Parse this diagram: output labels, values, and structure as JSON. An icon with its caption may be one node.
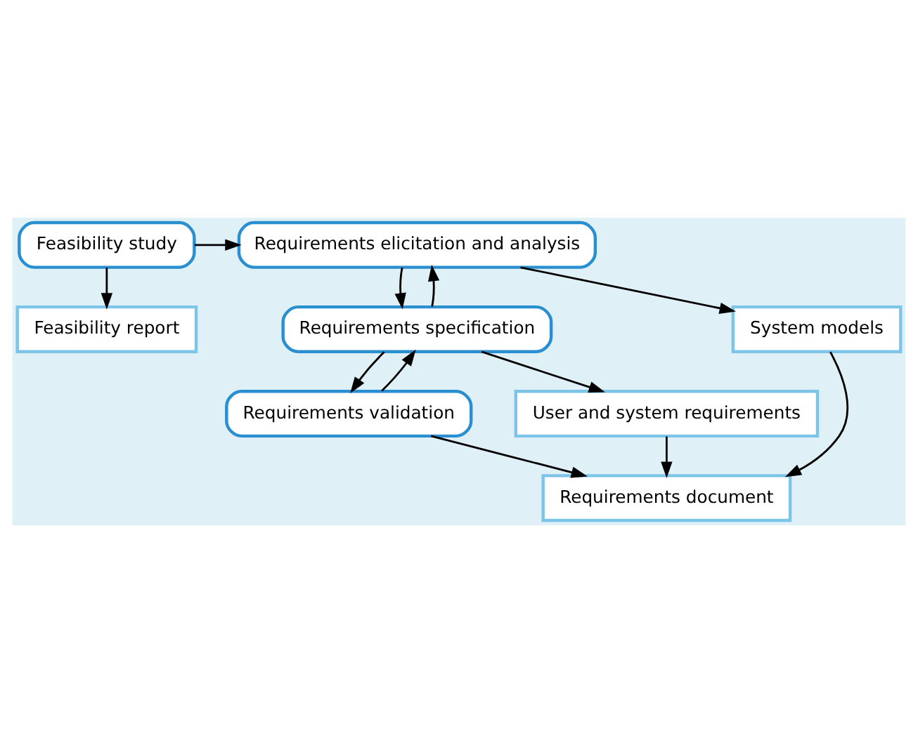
{
  "diagram": {
    "nodes": [
      {
        "text": [
          "Feasibility study"
        ]
      },
      {
        "text": [
          "Requirements elicitation and analysis"
        ]
      },
      {
        "text": [
          "Requirements specification"
        ]
      },
      {
        "text": [
          "Requirements validation"
        ]
      },
      {
        "text": [
          "Feasibility report"
        ]
      },
      {
        "text": [
          "System models"
        ]
      },
      {
        "text": [
          "User and system requirements"
        ]
      },
      {
        "text": [
          "Requirements document"
        ]
      }
    ],
    "edges": [
      {
        "from": 0,
        "to": 1,
        "arrow": "to"
      },
      {
        "from": 0,
        "to": 4,
        "arrow": "to"
      },
      {
        "from": 2,
        "to": 1,
        "arrow": "to"
      },
      {
        "from": 1,
        "to": 2,
        "arrow": "to"
      },
      {
        "from": 3,
        "to": 2,
        "arrow": "to"
      },
      {
        "from": 2,
        "to": 3,
        "arrow": "to"
      },
      {
        "from": 1,
        "to": 5,
        "arrow": "to"
      },
      {
        "from": 2,
        "to": 6,
        "arrow": "to"
      },
      {
        "from": 3,
        "to": 7,
        "arrow": "to"
      },
      {
        "from": 6,
        "to": 7,
        "arrow": "to"
      },
      {
        "from": 5,
        "to": 7,
        "arrow": "to"
      }
    ]
  }
}
